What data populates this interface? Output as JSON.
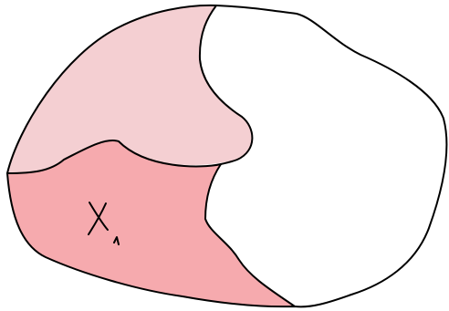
{
  "diagram": {
    "labels": {
      "region_marker": "X₁"
    },
    "regions": [
      {
        "id": "upper-left-region",
        "color": "#f4cfd2"
      },
      {
        "id": "lower-left-region",
        "color": "#f6aaae"
      },
      {
        "id": "right-region",
        "color": "#ffffff"
      }
    ],
    "stroke_color": "#000000",
    "background": "#ffffff"
  }
}
